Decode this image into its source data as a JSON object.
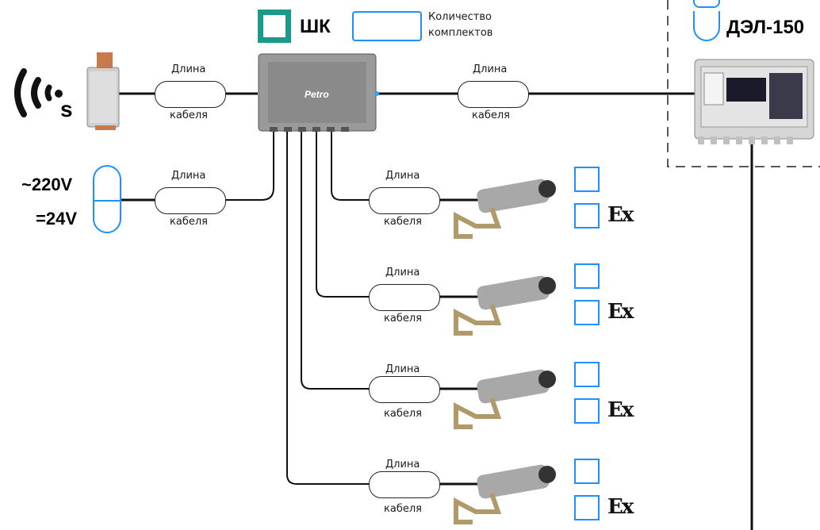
{
  "header": {
    "shk_label": "ШК",
    "kits_label_line1": "Количество",
    "kits_label_line2": "комплектов",
    "del_label": "ДЭЛ-150"
  },
  "sensor": {
    "s_label": "s"
  },
  "power": {
    "ac_label": "~220V",
    "dc_label": "=24V"
  },
  "cable": {
    "top": "Длина",
    "bottom": "кабеля"
  },
  "controller": {
    "brand_text": "Petro"
  },
  "cameras": [
    {
      "ex_label": "Ex"
    },
    {
      "ex_label": "Ex"
    },
    {
      "ex_label": "Ex"
    },
    {
      "ex_label": "Ex"
    }
  ],
  "colors": {
    "accent_blue": "#1e90ff",
    "shk_teal": "#1a9a8a",
    "line": "#111111"
  }
}
